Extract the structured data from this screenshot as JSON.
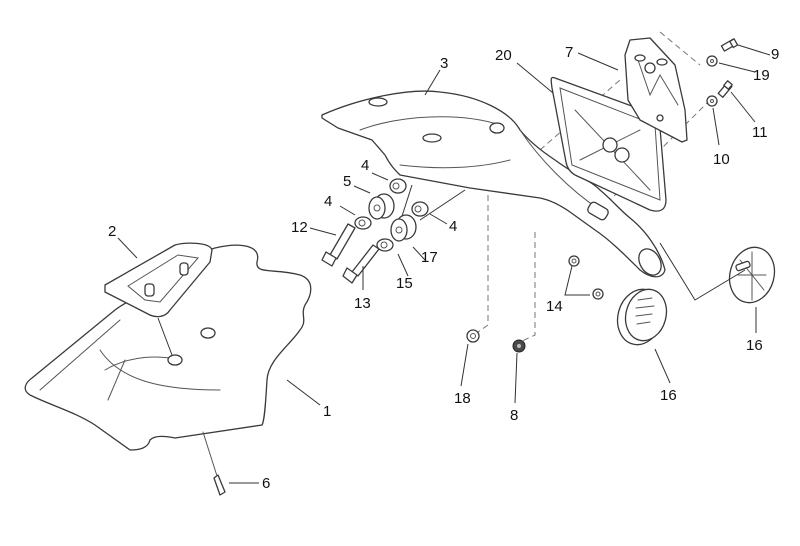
{
  "diagram": {
    "title": "Exploded parts diagram - rear license plate holder / mudguard assembly",
    "labels": {
      "p1": "1",
      "p2": "2",
      "p3": "3",
      "p4a": "4",
      "p4b": "4",
      "p4c": "4",
      "p5": "5",
      "p6": "6",
      "p7": "7",
      "p8": "8",
      "p9": "9",
      "p10": "10",
      "p11": "11",
      "p12": "12",
      "p13": "13",
      "p14": "14",
      "p15": "15",
      "p16a": "16",
      "p16b": "16",
      "p17": "17",
      "p18": "18",
      "p19": "19",
      "p20": "20"
    }
  }
}
